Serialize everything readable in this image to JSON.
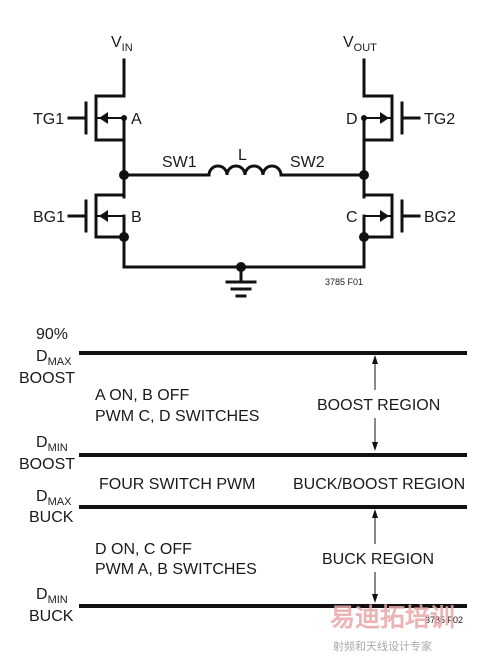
{
  "circuit": {
    "vin": {
      "main": "V",
      "sub": "IN"
    },
    "vout": {
      "main": "V",
      "sub": "OUT"
    },
    "tg1": "TG1",
    "bg1": "BG1",
    "tg2": "TG2",
    "bg2": "BG2",
    "node_a": "A",
    "node_b": "B",
    "node_c": "C",
    "node_d": "D",
    "sw1": "SW1",
    "sw2": "SW2",
    "inductor": "L",
    "figure_id": "3785 F01"
  },
  "regions": {
    "pct": "90%",
    "dmax_boost": {
      "main": "D",
      "sub": "MAX",
      "second": "BOOST"
    },
    "dmin_boost": {
      "main": "D",
      "sub": "MIN",
      "second": "BOOST"
    },
    "dmax_buck": {
      "main": "D",
      "sub": "MAX",
      "second": "BUCK"
    },
    "dmin_buck": {
      "main": "D",
      "sub": "MIN",
      "second": "BUCK"
    },
    "boost_line1": "A ON, B OFF",
    "boost_line2": "PWM C, D SWITCHES",
    "boost_region": "BOOST REGION",
    "four_switch": "FOUR SWITCH PWM",
    "buck_boost_region": "BUCK/BOOST REGION",
    "buck_line1": "D ON, C OFF",
    "buck_line2": "PWM A, B SWITCHES",
    "buck_region": "BUCK REGION",
    "figure_id": "3785 F02"
  },
  "watermark": {
    "logo_text": "易迪拓培训",
    "tagline": "射频和天线设计专家"
  }
}
